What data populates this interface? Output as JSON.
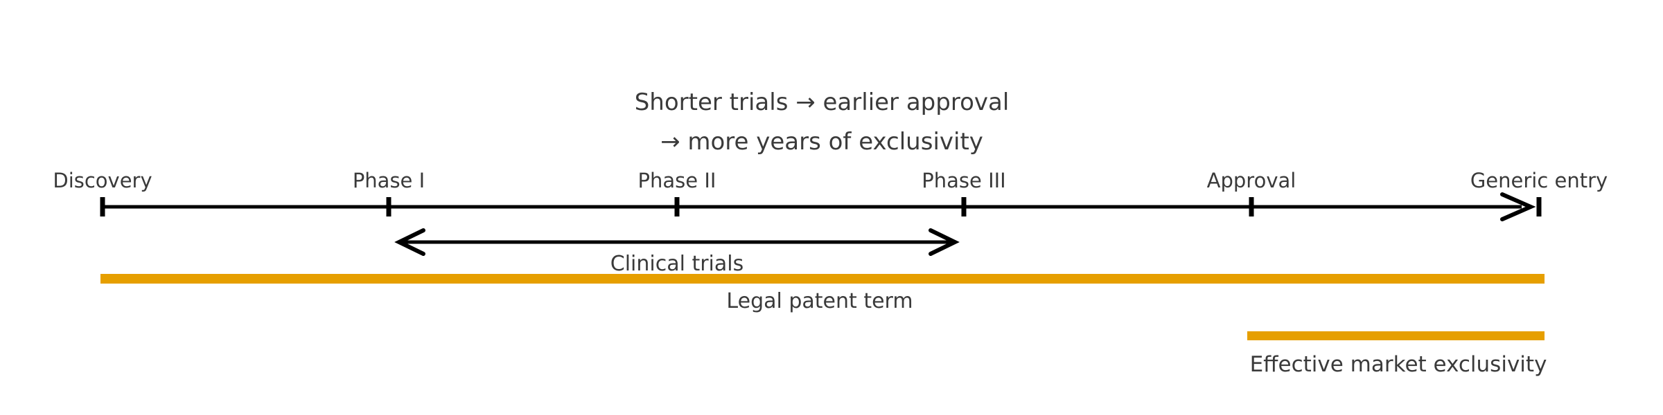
{
  "figure": {
    "title_line1": "Shorter trials → earlier approval",
    "title_line2": "→ more years of exclusivity"
  },
  "timeline": {
    "milestones": [
      {
        "label": "Discovery"
      },
      {
        "label": "Phase I"
      },
      {
        "label": "Phase II"
      },
      {
        "label": "Phase III"
      },
      {
        "label": "Approval"
      },
      {
        "label": "Generic entry"
      }
    ]
  },
  "spans": {
    "clinical_trials_label": "Clinical trials",
    "legal_patent_label": "Legal patent term",
    "effective_exclusivity_label": "Effective market exclusivity"
  },
  "colors": {
    "bar_orange": "#E69F00",
    "line_black": "#000000",
    "text_dark": "#3a3a3a"
  }
}
